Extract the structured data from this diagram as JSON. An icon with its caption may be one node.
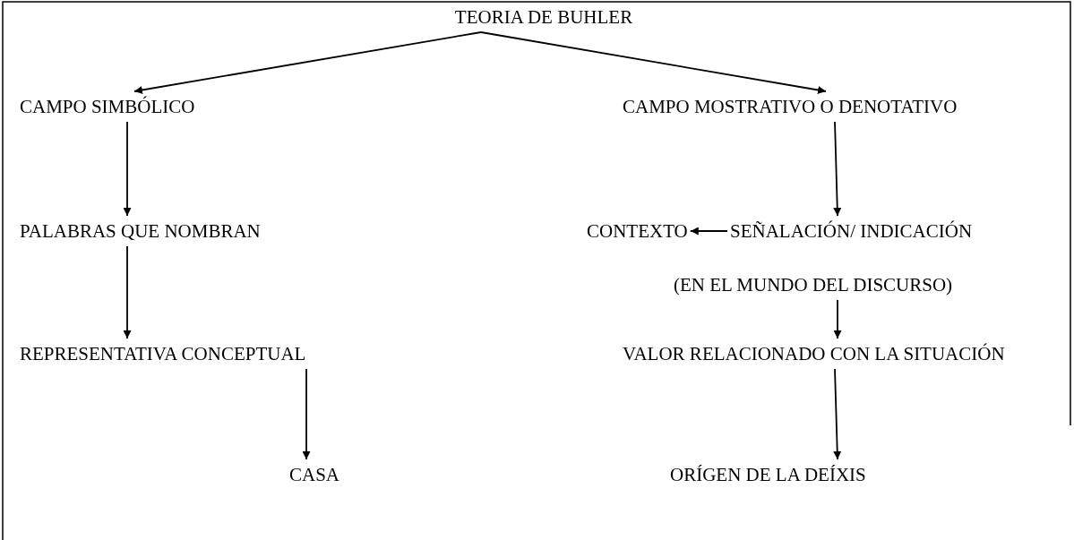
{
  "diagram": {
    "nodes": [
      {
        "text": [
          "TEORIA DE BUHLER"
        ]
      },
      {
        "text": [
          "CAMPO SIMBÓLICO"
        ]
      },
      {
        "text": [
          "CAMPO MOSTRATIVO O DENOTATIVO"
        ]
      },
      {
        "text": [
          "PALABRAS QUE NOMBRAN"
        ]
      },
      {
        "text": [
          "CONTEXTO"
        ]
      },
      {
        "text": [
          "SEÑALACIÓN/ INDICACIÓN"
        ],
        "beside": [
          "(EN EL MUNDO DEL DISCURSO)"
        ]
      },
      {
        "text": [
          "REPRESENTATIVA CONCEPTUAL"
        ]
      },
      {
        "text": [
          "VALOR RELACIONADO CON LA SITUACIÓN"
        ]
      },
      {
        "text": [
          "CASA"
        ]
      },
      {
        "text": [
          "ORÍGEN DE LA DEÍXIS"
        ]
      }
    ],
    "edges": [
      {
        "from": 0,
        "to": 1,
        "arrow": "to"
      },
      {
        "from": 0,
        "to": 2,
        "arrow": "to"
      },
      {
        "from": 1,
        "to": 3,
        "arrow": "to"
      },
      {
        "from": 3,
        "to": 6,
        "arrow": "to"
      },
      {
        "from": 6,
        "to": 8,
        "arrow": "to"
      },
      {
        "from": 2,
        "to": 5,
        "arrow": "to"
      },
      {
        "from": 5,
        "to": 4,
        "arrow": "to"
      },
      {
        "from": 5,
        "to": 7,
        "arrow": "to"
      },
      {
        "from": 7,
        "to": 9,
        "arrow": "to"
      }
    ]
  }
}
